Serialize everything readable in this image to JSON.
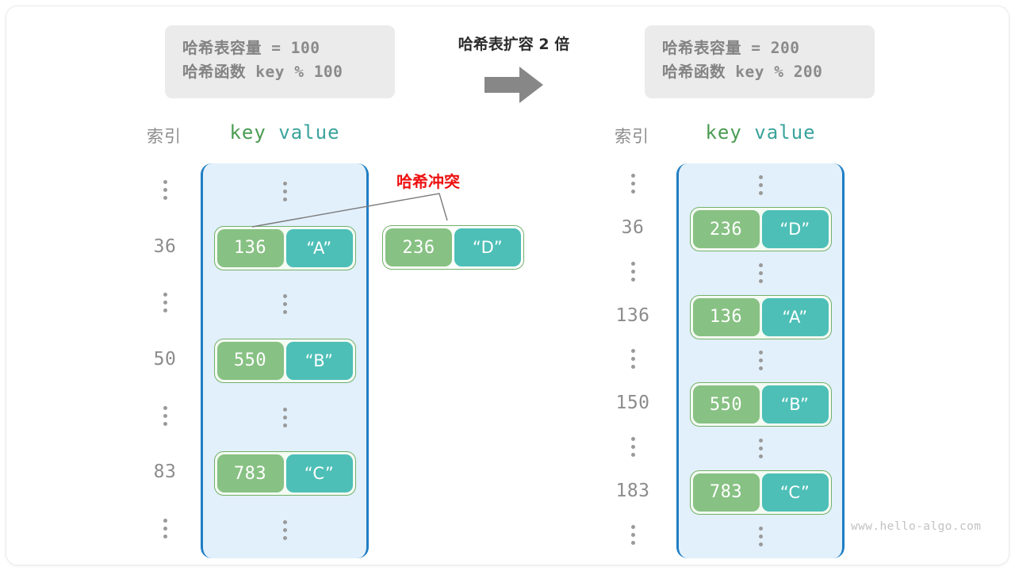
{
  "page": {
    "watermark": "www.hello-algo.com",
    "colors": {
      "key_fill": "#87c183",
      "value_fill": "#4dbfb7",
      "pair_border": "#72b06a",
      "bucket_fill": "#e2f0fb",
      "bucket_border": "#1f7ec4",
      "info_box_fill": "#ebebeb",
      "index_text": "#8c8c8c",
      "collision_text": "#ee1111",
      "arrow_fill": "#878787"
    }
  },
  "transition": {
    "title": "哈希表扩容 2 倍",
    "arrow_icon": "right-block-arrow"
  },
  "before": {
    "info": {
      "capacity_line": "哈希表容量 = 100",
      "capacity_label": "哈希表容量",
      "capacity_value": " = 100",
      "hash_label": "哈希函数",
      "hash_value": " key % 100"
    },
    "headers": {
      "index": "索引",
      "key": "key",
      "value": "value"
    },
    "rows": [
      {
        "index": "⋮",
        "type": "dots"
      },
      {
        "index": "36",
        "type": "pair",
        "key": "136",
        "value": "“A”"
      },
      {
        "index": "⋮",
        "type": "dots"
      },
      {
        "index": "50",
        "type": "pair",
        "key": "550",
        "value": "“B”"
      },
      {
        "index": "⋮",
        "type": "dots"
      },
      {
        "index": "83",
        "type": "pair",
        "key": "783",
        "value": "“C”"
      },
      {
        "index": "⋮",
        "type": "dots"
      }
    ]
  },
  "collision": {
    "label": "哈希冲突",
    "detached_entry": {
      "key": "236",
      "value": "“D”"
    }
  },
  "after": {
    "info": {
      "capacity_label": "哈希表容量",
      "capacity_value": " = 200",
      "hash_label": "哈希函数",
      "hash_value": " key % 200"
    },
    "headers": {
      "index": "索引",
      "key": "key",
      "value": "value"
    },
    "rows": [
      {
        "index": "⋮",
        "type": "dots"
      },
      {
        "index": "36",
        "type": "pair",
        "key": "236",
        "value": "“D”"
      },
      {
        "index": "⋮",
        "type": "dots"
      },
      {
        "index": "136",
        "type": "pair",
        "key": "136",
        "value": "“A”"
      },
      {
        "index": "⋮",
        "type": "dots"
      },
      {
        "index": "150",
        "type": "pair",
        "key": "550",
        "value": "“B”"
      },
      {
        "index": "⋮",
        "type": "dots"
      },
      {
        "index": "183",
        "type": "pair",
        "key": "783",
        "value": "“C”"
      },
      {
        "index": "⋮",
        "type": "dots"
      }
    ]
  }
}
